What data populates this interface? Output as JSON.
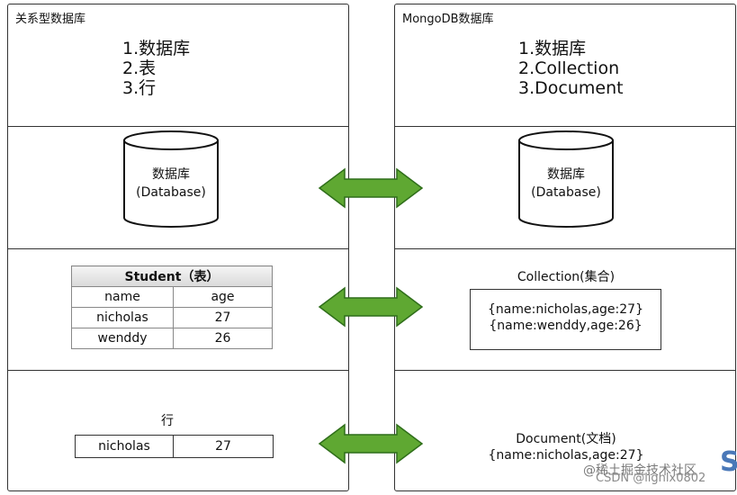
{
  "left": {
    "title": "关系型数据库",
    "concepts": [
      "1.数据库",
      "2.表",
      "3.行"
    ],
    "database": {
      "line1": "数据库",
      "line2": "(Database)"
    },
    "table": {
      "caption": "Student（表）",
      "headers": [
        "name",
        "age"
      ],
      "rows": [
        [
          "nicholas",
          "27"
        ],
        [
          "wenddy",
          "26"
        ]
      ]
    },
    "row": {
      "label": "行",
      "cells": [
        "nicholas",
        "27"
      ]
    }
  },
  "right": {
    "title": "MongoDB数据库",
    "concepts": [
      "1.数据库",
      "2.Collection",
      "3.Document"
    ],
    "database": {
      "line1": "数据库",
      "line2": "(Database)"
    },
    "collection": {
      "title": "Collection(集合)",
      "docs": [
        "{name:nicholas,age:27}",
        "{name:wenddy,age:26}"
      ]
    },
    "document": {
      "title": "Document(文档)",
      "value": "{name:nicholas,age:27}"
    }
  },
  "colors": {
    "arrow": "#5fa832",
    "arrow_stroke": "#2f6e1a",
    "border": "#333333"
  },
  "watermark": {
    "letter": "S",
    "text": "@稀土掘金技术社区",
    "csdn": "CSDN @lighlx0802"
  }
}
